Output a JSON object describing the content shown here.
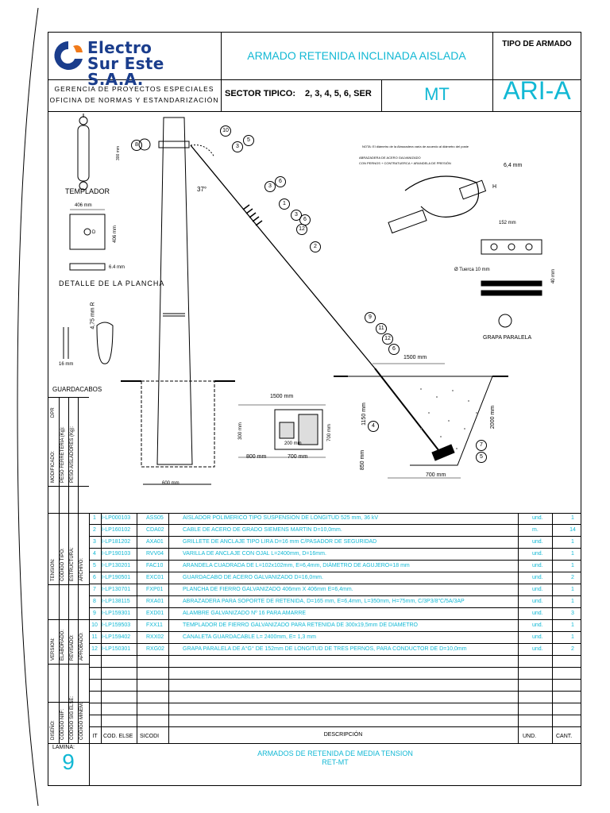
{
  "company": {
    "line1": "Electro",
    "line2": "Sur Este S.A.A."
  },
  "header": {
    "title": "ARMADO RETENIDA INCLINADA AISLADA",
    "tipo_label": "TIPO DE ARMADO",
    "dept1": "GERENCIA DE PROYECTOS ESPECIALES",
    "dept2": "OFICINA DE NORMAS Y ESTANDARIZACIÓN",
    "sector_label": "SECTOR TIPICO:",
    "sector_values": "2, 3, 4, 5, 6, SER",
    "voltage": "MT",
    "code": "ARI-A"
  },
  "drawing": {
    "templador": "TEMPLADOR",
    "detalle": "DETALLE DE LA PLANCHA",
    "guardacabos": "GUARDACABOS",
    "grapa": "GRAPA PARALELA",
    "angle": "37°",
    "note": "NOTA: El diámetro de la Abrazadera varía de acuerdo al diámetro del poste",
    "abr1": "ABRAZADERA DE ACERO GALVANIZADO",
    "abr2": "CON PERNOS + CONTRATUERCA + ARANDELA DE PRESIÓN",
    "dim_64": "6,4 mm",
    "dim_H": "H",
    "dim_152": "152 mm",
    "dim_40": "40 mm",
    "tuerca": "Ø Tuerca 10 mm",
    "dim_406a": "406 mm",
    "dim_406b": "406 mm",
    "dim_D": "D",
    "dim_64b": "6.4 mm",
    "dim_475": "4,75 mm R",
    "dim_16": "16 mm",
    "dim_300": "300 mm",
    "dim_1500a": "1500 mm",
    "dim_1500b": "1500 mm",
    "dim_300b": "300 mm",
    "dim_200": "200 mm",
    "dim_700a": "700 mm",
    "dim_800": "800 mm",
    "dim_700b": "700 mm",
    "dim_1150": "1150 mm",
    "dim_850": "850 mm",
    "dim_2000": "2000 mm",
    "dim_700c": "700 mm",
    "dim_600": "600 mm",
    "callouts": [
      "10",
      "3",
      "5",
      "8",
      "6",
      "3",
      "1",
      "3",
      "6",
      "12",
      "2",
      "9",
      "11",
      "12",
      "6",
      "4",
      "7",
      "5"
    ]
  },
  "side_labels": {
    "a1": "DPR",
    "a2": "MODIFICADO:",
    "a3": "PESO FERRETERIA (Kg):",
    "a4": "PESO AISLADORES (Kg):",
    "b1": "TENSION:",
    "b2": "CODIGO TIPO:",
    "b3": "ESTRUCTURA:",
    "b4": "ARCHIVO:",
    "c1": "VERSION:",
    "c2": "ELABORADO:",
    "c3": "REVISADO:",
    "c4": "APROBADO:",
    "d1": "DISEÑO:",
    "d2": "CODIGO NIIF:",
    "d3": "CODIGO SIG ELSE:",
    "d4": "CODIGO MINEM:"
  },
  "table": {
    "rows": [
      {
        "it": "1",
        "cod": "I-LP000103",
        "sic": "ASS05",
        "desc": "AISLADOR POLIMERICO TIPO SUSPENSION DE LONGITUD 525 mm, 36 kV",
        "und": "und.",
        "cant": "1"
      },
      {
        "it": "2",
        "cod": "I-LP160102",
        "sic": "CDA02",
        "desc": "CABLE DE ACERO DE GRADO SIEMENS MARTIN D=10,0mm.",
        "und": "m.",
        "cant": "14"
      },
      {
        "it": "3",
        "cod": "I-LP181202",
        "sic": "AXA01",
        "desc": "GRILLETE DE ANCLAJE TIPO LIRA D=16 mm C/PASADOR DE SEGURIDAD",
        "und": "und.",
        "cant": "1"
      },
      {
        "it": "4",
        "cod": "I-LP190103",
        "sic": "RVV04",
        "desc": "VARILLA DE ANCLAJE CON OJAL L=2400mm, D=16mm.",
        "und": "und.",
        "cant": "1"
      },
      {
        "it": "5",
        "cod": "I-LP130201",
        "sic": "FAC10",
        "desc": "ARANDELA CUADRADA DE L=102x102mm, E=6,4mm, DIÁMETRO DE AGUJERO=18 mm",
        "und": "und.",
        "cant": "1"
      },
      {
        "it": "6",
        "cod": "I-LP190501",
        "sic": "EXC01",
        "desc": "GUARDACABO DE ACERO GALVANIZADO D=16,0mm.",
        "und": "und.",
        "cant": "2"
      },
      {
        "it": "7",
        "cod": "I-LP130701",
        "sic": "FXP01",
        "desc": "PLANCHA DE FIERRO GALVANIZADO 406mm X 406mm E=6,4mm.",
        "und": "und.",
        "cant": "1"
      },
      {
        "it": "8",
        "cod": "I-LP138115",
        "sic": "RXA01",
        "desc": "ABRAZADERA PARA SOPORTE DE RETENIDA, D=165 mm, E=6,4mm, L=350mm, H=75mm, C/3P3/8\"C/5A/3AP",
        "und": "und.",
        "cant": "1"
      },
      {
        "it": "9",
        "cod": "I-LP159301",
        "sic": "EXD01",
        "desc": "ALAMBRE GALVANIZADO Nº 16 PARA AMARRE",
        "und": "und.",
        "cant": "3"
      },
      {
        "it": "10",
        "cod": "I-LP159503",
        "sic": "FXX11",
        "desc": "TEMPLADOR DE FIERRO GALVANIZADO PARA RETENIDA DE 300x19,5mm DE DIAMETRO",
        "und": "und.",
        "cant": "1"
      },
      {
        "it": "11",
        "cod": "I-LP159402",
        "sic": "RXX02",
        "desc": "CANALETA GUARDACABLE L= 2400mm, E= 1,3 mm",
        "und": "und.",
        "cant": "1"
      },
      {
        "it": "12",
        "cod": "I-LP150301",
        "sic": "RXG02",
        "desc": "GRAPA PARALELA DE A°G° DE 152mm DE LONGITUD DE TRES PERNOS, PARA CONDUCTOR DE D=10,0mm",
        "und": "und.",
        "cant": "2"
      }
    ],
    "headers": {
      "it": "IT",
      "cod": "COD. ELSE",
      "sic": "SICODI",
      "desc": "DESCRIPCIÓN",
      "und": "UND.",
      "cant": "CANT."
    }
  },
  "footer": {
    "lamina_label": "LAMINA:",
    "lamina_num": "9",
    "line1": "ARMADOS DE RETENIDA DE MEDIA TENSION",
    "line2": "RET-MT"
  }
}
